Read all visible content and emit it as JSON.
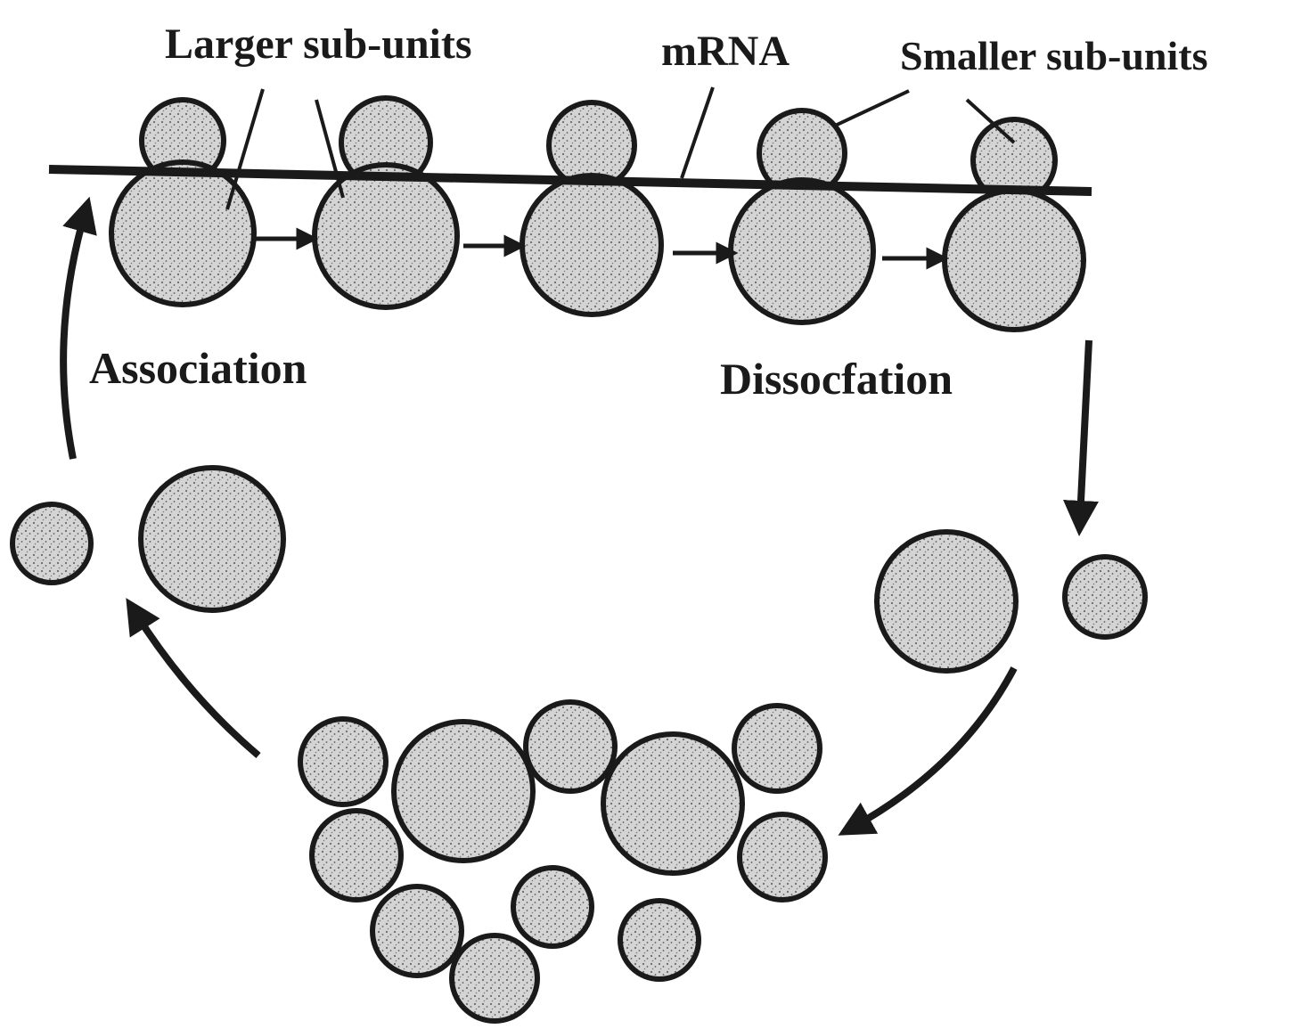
{
  "diagram": {
    "labels": {
      "larger_subunits": "Larger sub-units",
      "mrna": "mRNA",
      "smaller_subunits": "Smaller sub-units",
      "association": "Association",
      "dissociation": "Dissocfation"
    },
    "colors": {
      "ink": "#1a1a1a",
      "dot": "#6a6a6a",
      "fill": "#d4d4d4",
      "paper": "#ffffff"
    }
  }
}
